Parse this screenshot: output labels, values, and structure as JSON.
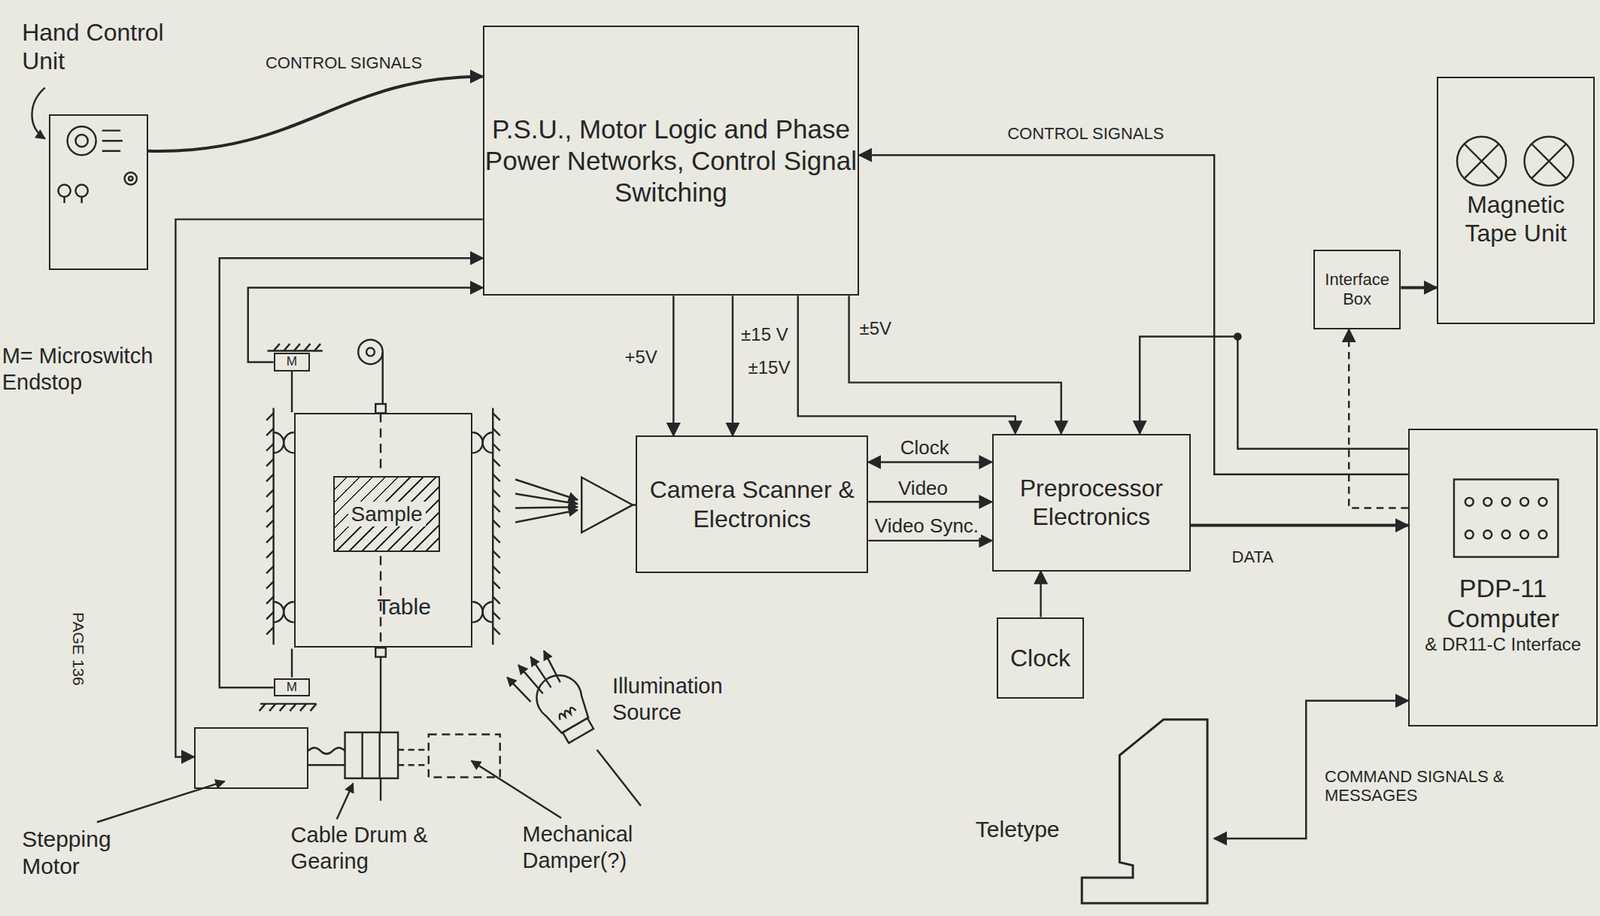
{
  "diagram": {
    "nodes": [
      {
        "text": [
          "Hand Control Unit"
        ]
      },
      {
        "text": [
          "P.S.U., Motor Logic and Phase Power Networks, Control Signal Switching"
        ]
      },
      {
        "text": [
          "Magnetic Tape Unit"
        ]
      },
      {
        "text": [
          "Interface Box"
        ]
      },
      {
        "text": [
          "M"
        ]
      },
      {
        "text": [
          "Table"
        ]
      },
      {
        "text": [
          "Sample"
        ],
        "in": 5
      },
      {
        "text": [
          "Camera Scanner & Electronics"
        ]
      },
      {
        "text": [
          "Preprocessor Electronics"
        ]
      },
      {
        "text": [
          "PDP-11 Computer",
          "& DR11-C Interface"
        ]
      },
      {
        "text": [
          "Clock"
        ]
      },
      {
        "text": [
          "M"
        ]
      },
      {
        "text": [
          "Stepping Motor"
        ]
      },
      {
        "text": [
          "Teletype"
        ]
      }
    ],
    "edges": [
      {
        "from": 0,
        "to": 1,
        "arrow": "to",
        "label": "CONTROL SIGNALS"
      },
      {
        "from": 1,
        "to": 12,
        "arrow": "to"
      },
      {
        "from": 4,
        "to": 1,
        "arrow": "to"
      },
      {
        "from": 11,
        "to": 1,
        "arrow": "to"
      },
      {
        "from": 1,
        "to": 7,
        "arrow": "to",
        "label": "+5V"
      },
      {
        "from": 1,
        "to": 7,
        "arrow": "to",
        "label": "±15 V"
      },
      {
        "from": 1,
        "to": 8,
        "arrow": "to",
        "label": "±15V"
      },
      {
        "from": 1,
        "to": 8,
        "arrow": "to",
        "label": "±5V"
      },
      {
        "from": 7,
        "to": 8,
        "arrow": "both",
        "label": "Clock"
      },
      {
        "from": 7,
        "to": 8,
        "arrow": "to",
        "label": "Video"
      },
      {
        "from": 7,
        "to": 8,
        "arrow": "to",
        "label": "Video Sync."
      },
      {
        "from": 8,
        "to": 9,
        "arrow": "to",
        "label": "DATA"
      },
      {
        "from": 9,
        "to": 1,
        "arrow": "to",
        "label": "CONTROL SIGNALS"
      },
      {
        "from": 9,
        "to": 8,
        "arrow": "to"
      },
      {
        "from": 3,
        "to": 2,
        "arrow": "to"
      },
      {
        "from": 9,
        "to": 3,
        "arrow": "to"
      },
      {
        "from": 10,
        "to": 8,
        "arrow": "to"
      },
      {
        "from": 9,
        "to": 13,
        "arrow": "both",
        "label": "COMMAND SIGNALS & MESSAGES"
      }
    ],
    "labels": [
      "M= Microswitch Endstop",
      "PAGE 136",
      "Cable Drum & Gearing",
      "Mechanical Damper(?)",
      "Illumination Source"
    ]
  }
}
